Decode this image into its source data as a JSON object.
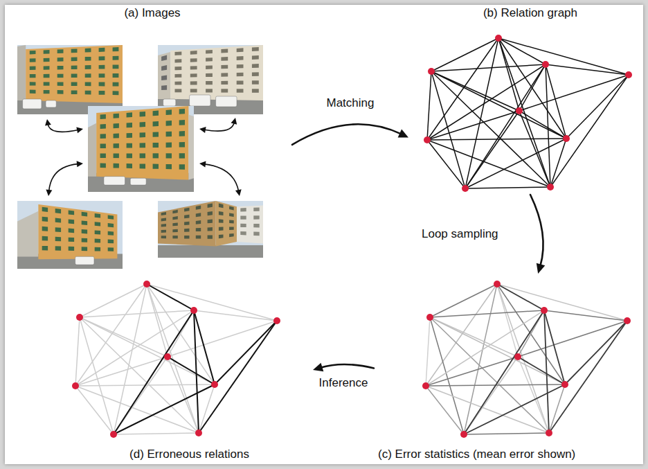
{
  "diagram": {
    "nodes": [
      {
        "text": [
          "(a) Images"
        ]
      },
      {
        "text": [
          "(b) Relation graph"
        ]
      },
      {
        "text": [
          "(d) Erroneous relations"
        ]
      },
      {
        "text": [
          "(c) Error statistics (mean error shown)"
        ]
      }
    ],
    "edges": [
      {
        "from": 0,
        "to": 1,
        "arrow": "to",
        "label": "Matching"
      },
      {
        "from": 1,
        "to": 3,
        "arrow": "to",
        "label": "Loop sampling"
      },
      {
        "from": 3,
        "to": 2,
        "arrow": "to",
        "label": "Inference"
      }
    ]
  }
}
